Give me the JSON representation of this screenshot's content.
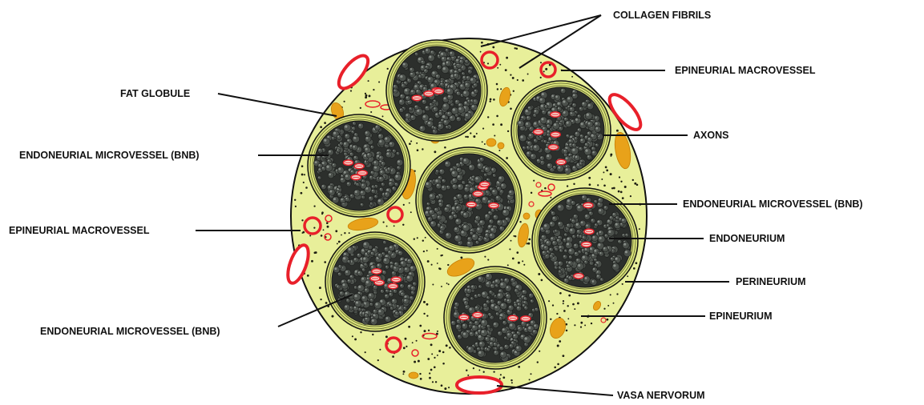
{
  "labels": {
    "collagen_fibrils": "COLLAGEN FIBRILS",
    "epineurial_macrovessel_top": "EPINEURIAL MACROVESSEL",
    "fat_globule": "FAT GLOBULE",
    "endoneurial_microvessel_left_upper": "ENDONEURIAL MICROVESSEL (BNB)",
    "axons": "AXONS",
    "endoneurial_microvessel_right": "ENDONEURIAL MICROVESSEL (BNB)",
    "epineurial_macrovessel_left": "EPINEURIAL MACROVESSEL",
    "endoneurium": "ENDONEURIUM",
    "perineurium": "PERINEURIUM",
    "endoneurial_microvessel_left_lower": "ENDONEURIAL MICROVESSEL (BNB)",
    "epineurium": "EPINEURIUM",
    "vasa_nervorum": "VASA NERVORUM"
  },
  "colors": {
    "epineurium_fill": "#e8ef9a",
    "nerve_outline": "#111111",
    "perineurium_fill": "#d9e27a",
    "fascicle_fill": "#2c2f2c",
    "axon_fill": "#4b504b",
    "axon_highlight": "#8a908a",
    "vessel_red": "#e8202a",
    "fat_orange": "#e8a21a",
    "leader_line": "#111111"
  }
}
